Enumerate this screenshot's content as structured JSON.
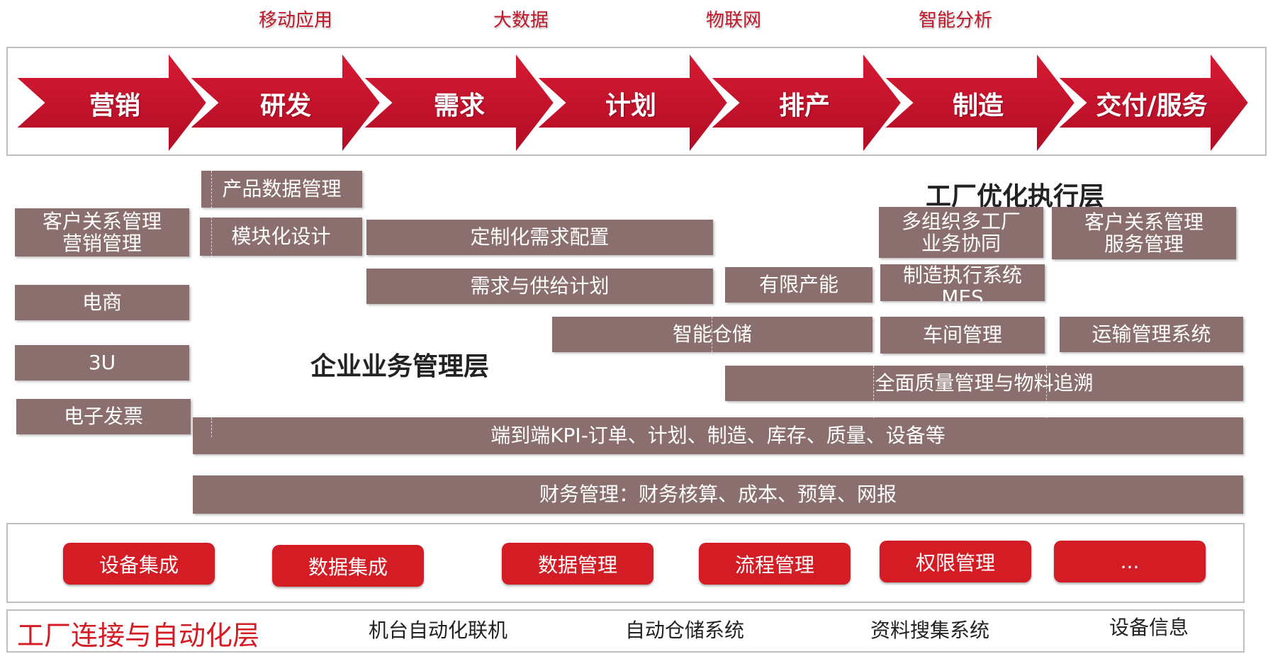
{
  "technologies": [
    "移动应用",
    "大数据",
    "物联网",
    "智能分析"
  ],
  "stages": [
    "营销",
    "研发",
    "需求",
    "计划",
    "排产",
    "制造",
    "交付/服务"
  ],
  "colors": {
    "arrow": "#c8102e",
    "module_box": "#8a6f6e",
    "pill": "#d41c24",
    "accent_text": "#c0182a",
    "frame": "#bfbfbf"
  },
  "layers": {
    "enterprise": "企业业务管理层",
    "factory_execution": "工厂优化执行层",
    "connection": "工厂连接与自动化层"
  },
  "modules": {
    "crm_marketing": [
      "客户关系管理",
      "营销管理"
    ],
    "ecommerce": "电商",
    "3u": "3U",
    "einvoice": "电子发票",
    "pdm": "产品数据管理",
    "modular_design": "模块化设计",
    "custom_config": "定制化需求配置",
    "demand_supply": "需求与供给计划",
    "finite_capacity": "有限产能",
    "smart_warehouse": "智能仓储",
    "multi_org": [
      "多组织多工厂",
      "业务协同"
    ],
    "mes": [
      "制造执行系统",
      "MES"
    ],
    "workshop": "车间管理",
    "crm_service": [
      "客户关系管理",
      "服务管理"
    ],
    "tms": "运输管理系统",
    "quality": "全面质量管理与物料追溯",
    "kpi": "端到端KPI-订单、计划、制造、库存、质量、设备等",
    "finance": "财务管理：财务核算、成本、预算、网报"
  },
  "platform": [
    "设备集成",
    "数据集成",
    "数据管理",
    "流程管理",
    "权限管理",
    "..."
  ],
  "connection_items": [
    "机台自动化联机",
    "自动仓储系统",
    "资料搜集系统",
    "设备信息"
  ]
}
